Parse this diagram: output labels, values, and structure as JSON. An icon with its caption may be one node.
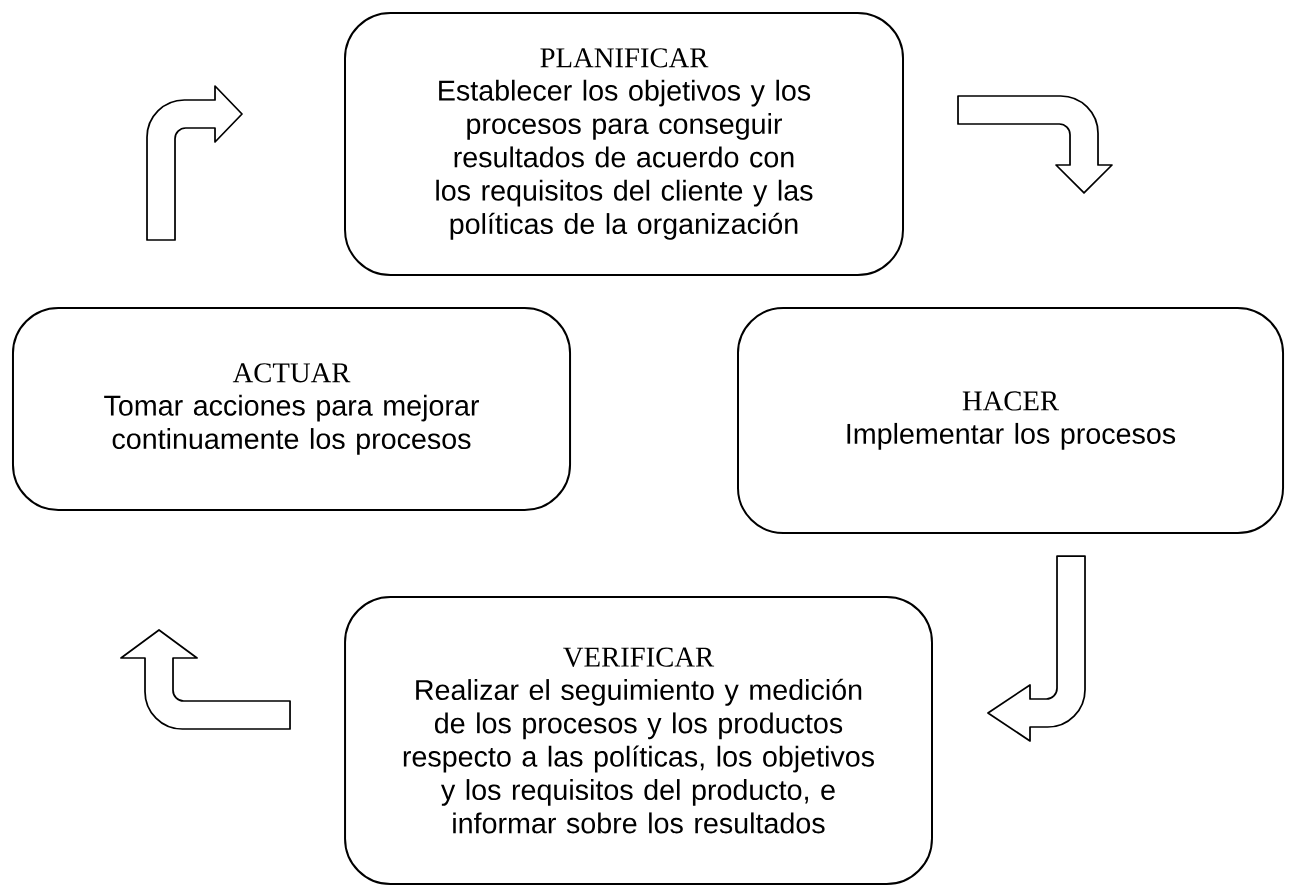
{
  "diagram": {
    "nodes": [
      {
        "text": [
          "PLANIFICAR",
          "Establecer los objetivos y los procesos para conseguir resultados de acuerdo con los requisitos del cliente y las políticas de la organización"
        ]
      },
      {
        "text": [
          "HACER",
          "Implementar los procesos"
        ]
      },
      {
        "text": [
          "VERIFICAR",
          "Realizar el seguimiento y medición de los procesos y los productos respecto a las políticas, los objetivos y los requisitos del producto, e informar sobre los resultados"
        ]
      },
      {
        "text": [
          "ACTUAR",
          "Tomar acciones para mejorar continuamente los procesos"
        ]
      }
    ],
    "edges": [
      {
        "from": 0,
        "to": 1,
        "arrow": "to"
      },
      {
        "from": 1,
        "to": 2,
        "arrow": "to"
      },
      {
        "from": 2,
        "to": 3,
        "arrow": "to"
      },
      {
        "from": 3,
        "to": 0,
        "arrow": "to"
      }
    ]
  }
}
